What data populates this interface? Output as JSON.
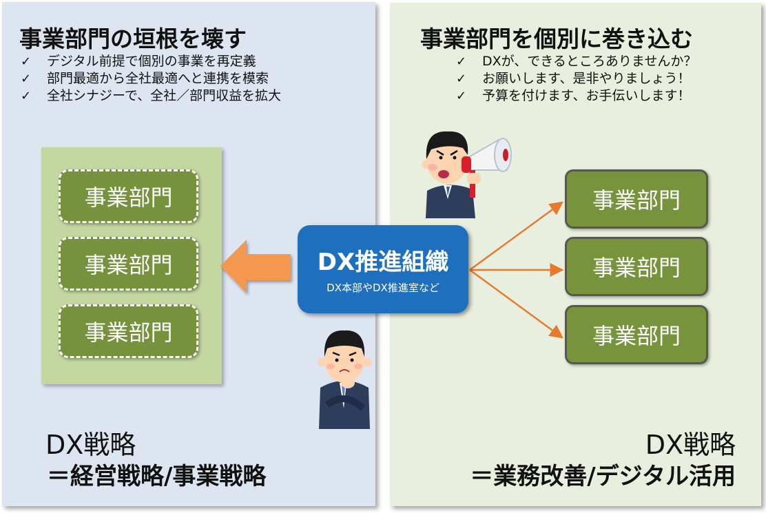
{
  "left_panel": {
    "heading": "事業部門の垣根を壊す",
    "bullets": [
      "デジタル前提で個別の事業を再定義",
      "部門最適から全社最適へと連携を模索",
      "全社シナジーで、全社／部門収益を拡大"
    ],
    "departments": [
      "事業部門",
      "事業部門",
      "事業部門"
    ],
    "strategy_line1": "DX戦略",
    "strategy_line2": "＝経営戦略/事業戦略"
  },
  "right_panel": {
    "heading": "事業部門を個別に巻き込む",
    "bullets": [
      "DXが、できるところありませんか？",
      "お願いします、是非やりましょう！",
      "予算を付けます、お手伝いします！"
    ],
    "departments": [
      "事業部門",
      "事業部門",
      "事業部門"
    ],
    "strategy_line1": "DX戦略",
    "strategy_line2": "＝業務改善/デジタル活用"
  },
  "center": {
    "title": "DX推進組織",
    "subtitle": "DX本部やDX推進室など"
  },
  "check_mark": "✓",
  "colors": {
    "left_panel_bg": "#dde5f1",
    "right_panel_bg": "#e9efde",
    "column_bg": "#c4d7a0",
    "department_green": "#76923c",
    "dx_org_blue": "#1f6fbf",
    "big_arrow_orange": "#f4984f",
    "fan_arrow_orange": "#e57a2a"
  }
}
